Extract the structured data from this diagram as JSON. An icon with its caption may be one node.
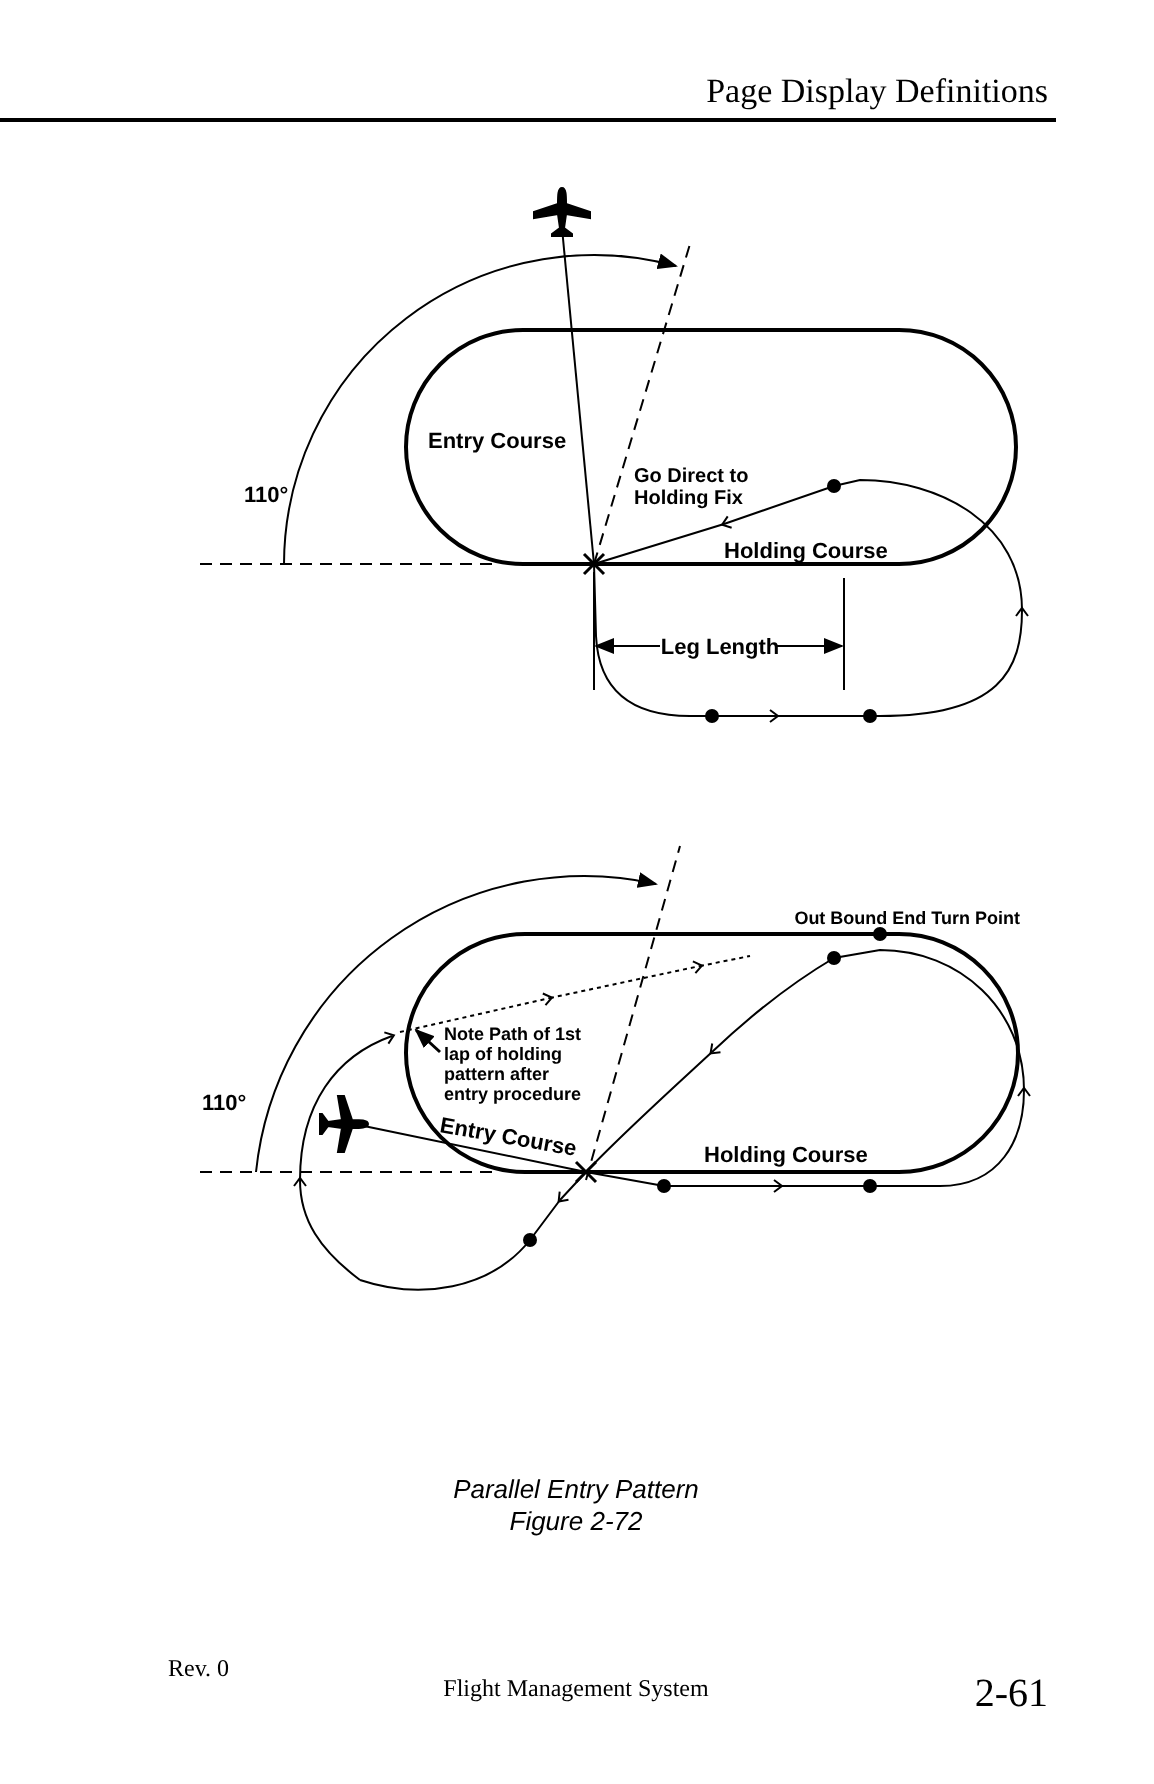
{
  "diagram": {
    "caption": "Parallel Entry Pattern",
    "nodes": [
      {
        "text": [
          "Note Path of 1st lap of holding pattern after entry procedure"
        ]
      },
      {
        "text": [],
        "shape": "line"
      }
    ],
    "edges": [
      {
        "from": 0,
        "to": 1,
        "arrow": "to"
      }
    ],
    "labels": [
      "Page Display Definitions",
      "110°",
      "Entry Course",
      "Go Direct to Holding Fix",
      "Holding Course",
      "Leg Length",
      "Out Bound End Turn Point",
      "110°",
      "Entry Course",
      "Holding Course",
      "Figure 2-72",
      "Rev. 0",
      "Flight Management System",
      "2-61"
    ]
  }
}
